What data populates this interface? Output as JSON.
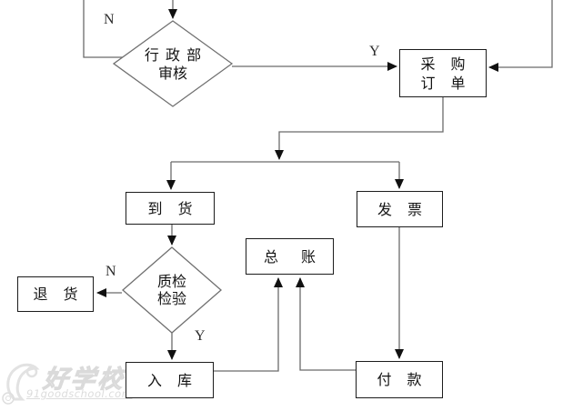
{
  "flowchart": {
    "nodes": {
      "admin_review": {
        "line1": "行 政 部",
        "line2": "审核"
      },
      "purchase_order": {
        "line1": "采 购",
        "line2": "订 单"
      },
      "arrival": {
        "line1": "到 货"
      },
      "invoice": {
        "line1": "发 票"
      },
      "general_ledger": {
        "line1": "总 账"
      },
      "qc_inspection": {
        "line1": "质检",
        "line2": "检验"
      },
      "return_goods": {
        "line1": "退 货"
      },
      "warehouse_in": {
        "line1": "入 库"
      },
      "payment": {
        "line1": "付 款"
      }
    },
    "edge_labels": {
      "admin_review_no": "N",
      "admin_review_yes": "Y",
      "qc_no": "N",
      "qc_yes": "Y"
    },
    "colors": {
      "connector": "#6b6b6b",
      "node_border": "#1c1c1c",
      "arrowhead": "#111111",
      "watermark": "#dcdcdc"
    },
    "watermark": {
      "brand": "好学校",
      "site": "91goodschool.com"
    }
  }
}
